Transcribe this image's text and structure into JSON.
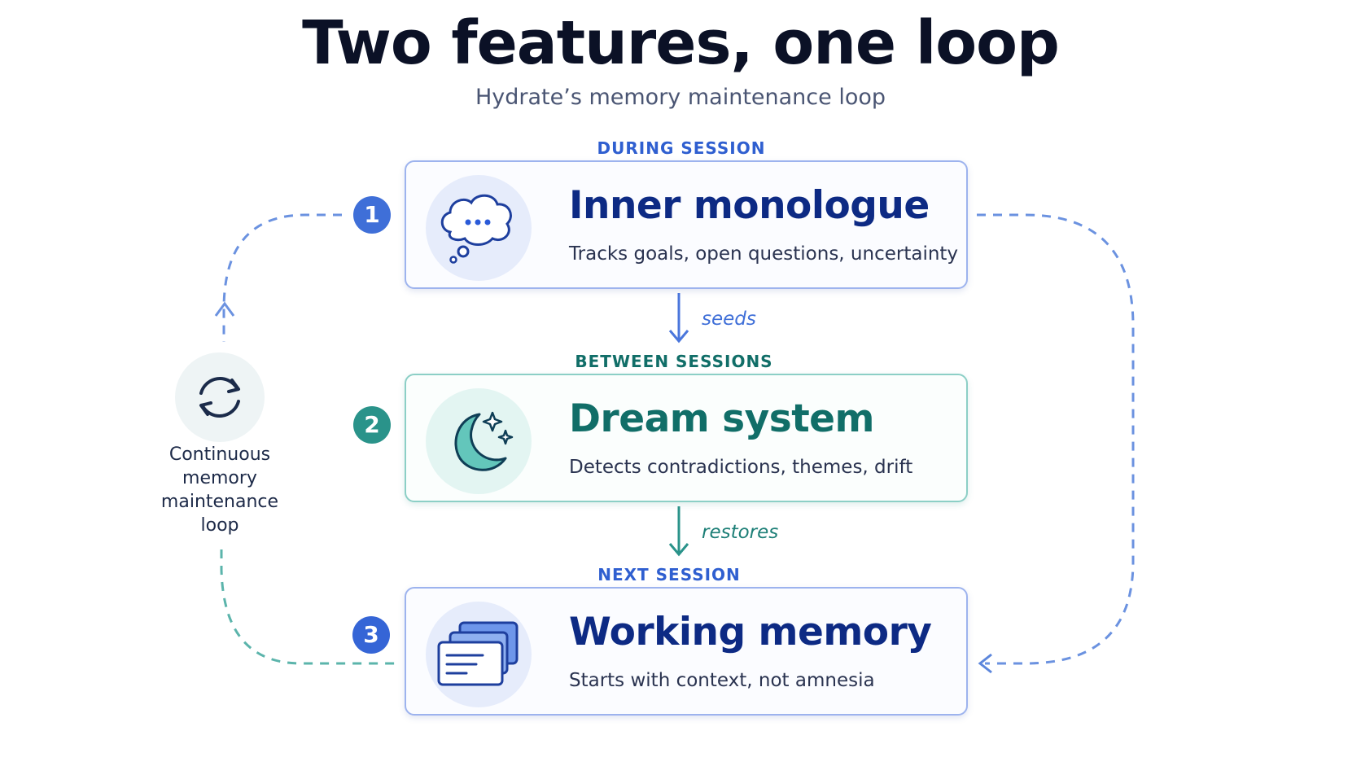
{
  "title": "Two features, one loop",
  "subtitle": "Hydrate’s memory maintenance loop",
  "colors": {
    "blue": "#3f6fd8",
    "navy": "#0d2a84",
    "teal": "#2a938a",
    "dark_teal": "#116e68"
  },
  "stages": [
    {
      "label": "DURING SESSION",
      "number": "1",
      "title": "Inner monologue",
      "description": "Tracks goals, open questions, uncertainty",
      "icon": "thought-bubble-icon"
    },
    {
      "label": "BETWEEN SESSIONS",
      "number": "2",
      "title": "Dream system",
      "description": "Detects contradictions, themes, drift",
      "icon": "moon-stars-icon"
    },
    {
      "label": "NEXT SESSION",
      "number": "3",
      "title": "Working memory",
      "description": "Starts with context, not amnesia",
      "icon": "stacked-cards-icon"
    }
  ],
  "connectors": [
    {
      "label": "seeds"
    },
    {
      "label": "restores"
    }
  ],
  "loop": {
    "icon": "refresh-icon",
    "label": "Continuous memory maintenance loop"
  }
}
